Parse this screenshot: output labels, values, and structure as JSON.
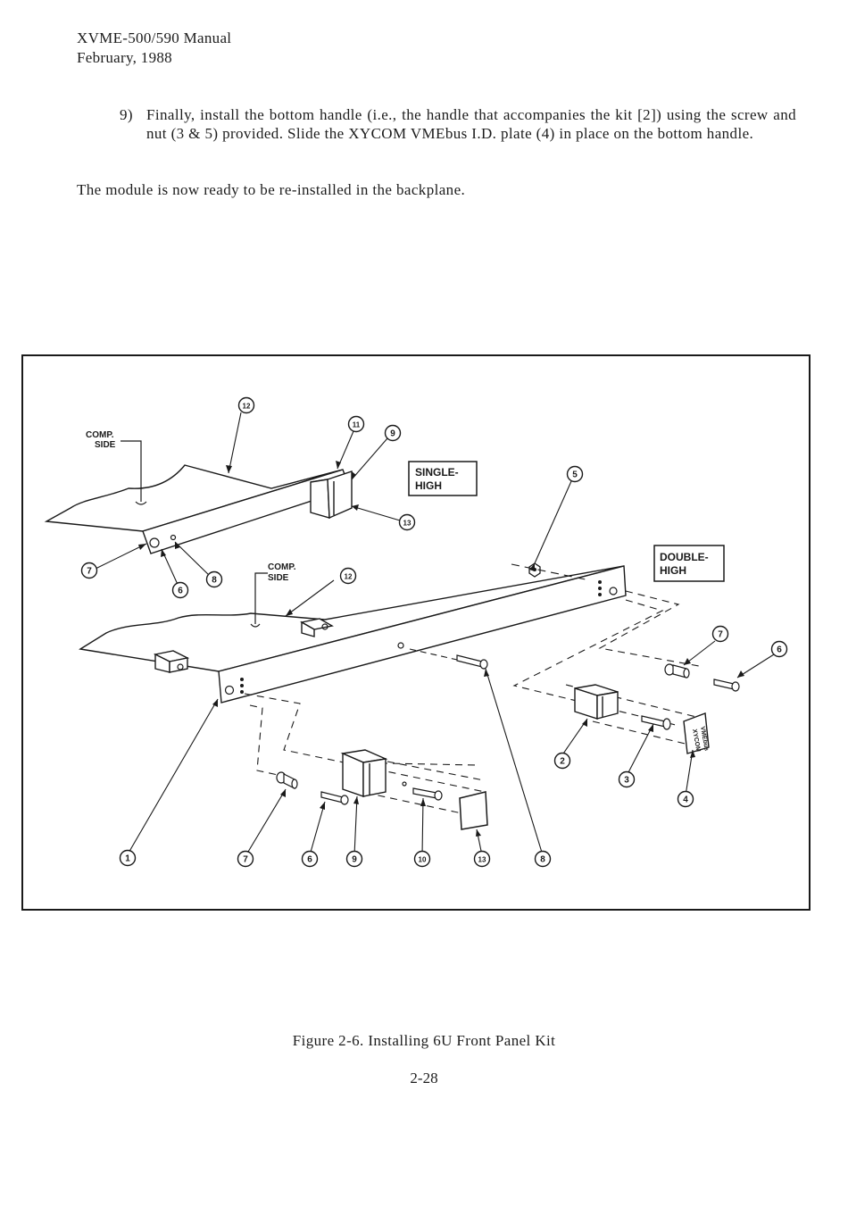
{
  "header": {
    "line1": "XVME-500/590 Manual",
    "line2": "February, 1988"
  },
  "step": {
    "number": "9)",
    "text": "Finally, install the bottom handle (i.e., the handle that accompanies the kit [2]) using the screw and nut (3 & 5) provided. Slide the XYCOM VMEbus I.D. plate (4) in place on the bottom handle."
  },
  "paragraph": "The module is now ready to be re-installed in the backplane.",
  "figure": {
    "labels": {
      "comp_side_1a": "COMP.",
      "comp_side_1b": "SIDE",
      "comp_side_2a": "COMP.",
      "comp_side_2b": "SIDE",
      "single_high_1": "SINGLE-",
      "single_high_2": "HIGH",
      "double_high_1": "DOUBLE-",
      "double_high_2": "HIGH",
      "plate_text_1": "XYCOM",
      "plate_text_2": "VMEbus"
    },
    "callouts": [
      "12",
      "11",
      "9",
      "13",
      "7",
      "6",
      "8",
      "12",
      "5",
      "7",
      "6",
      "2",
      "3",
      "4",
      "1",
      "7",
      "6",
      "9",
      "10",
      "13",
      "8"
    ]
  },
  "caption": "Figure 2-6.  Installing 6U Front Panel Kit",
  "page_number": "2-28"
}
